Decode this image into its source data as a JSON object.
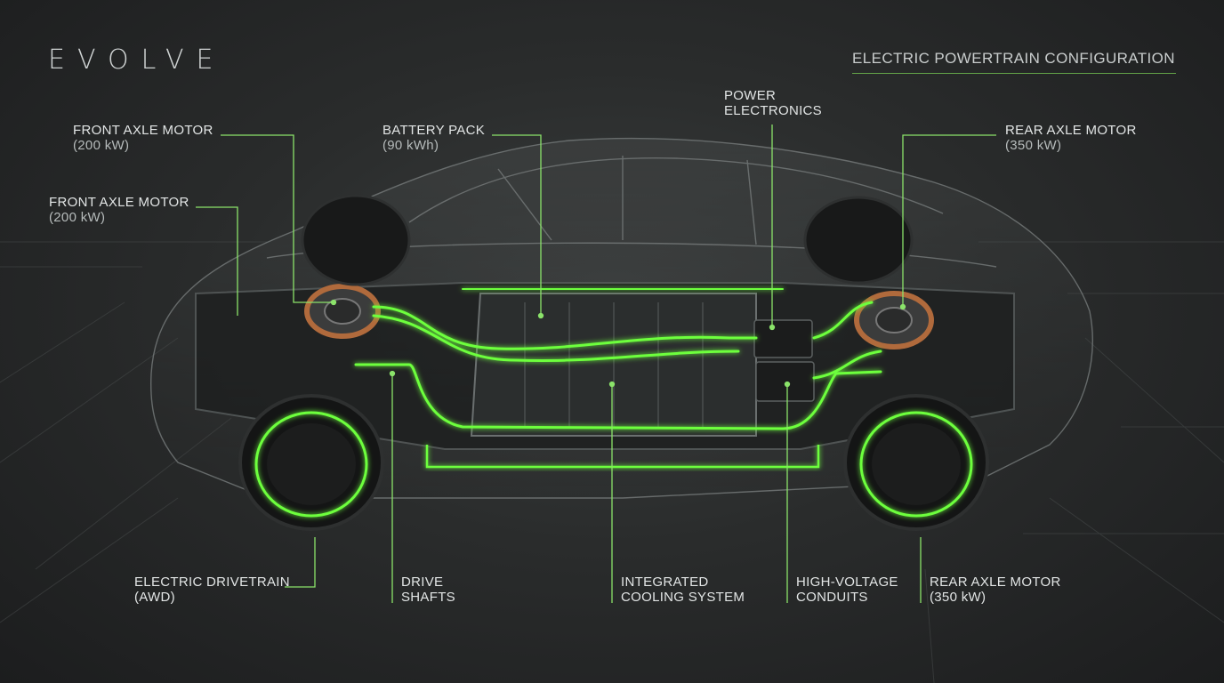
{
  "brand": {
    "logo": "EVOLVE"
  },
  "heading": "ELECTRIC POWERTRAIN CONFIGURATION",
  "colors": {
    "accent": "#6dff3c",
    "leader": "#8be36a",
    "background": "#2a2c2c"
  },
  "callouts": {
    "front_motor_top": {
      "label": "FRONT AXLE MOTOR",
      "sub": "(200 kW)"
    },
    "front_motor_mid": {
      "label": "FRONT AXLE MOTOR",
      "sub": "(200 kW)"
    },
    "battery": {
      "label": "BATTERY PACK",
      "sub": "(90 kWh)"
    },
    "power_electronics": {
      "line1": "POWER",
      "line2": "ELECTRONICS"
    },
    "rear_motor_top": {
      "label": "REAR AXLE MOTOR",
      "sub": "(350 kW)"
    },
    "drivetrain": {
      "line1": "ELECTRIC DRIVETRAIN",
      "line2": "(AWD)"
    },
    "drive_shafts": {
      "line1": "DRIVE",
      "line2": "SHAFTS"
    },
    "cooling": {
      "line1": "INTEGRATED",
      "line2": "COOLING SYSTEM"
    },
    "conduits": {
      "line1": "HIGH-VOLTAGE",
      "line2": "CONDUITS"
    },
    "rear_motor_bottom": {
      "line1": "REAR AXLE MOTOR",
      "line2": "(350 kW)"
    }
  }
}
